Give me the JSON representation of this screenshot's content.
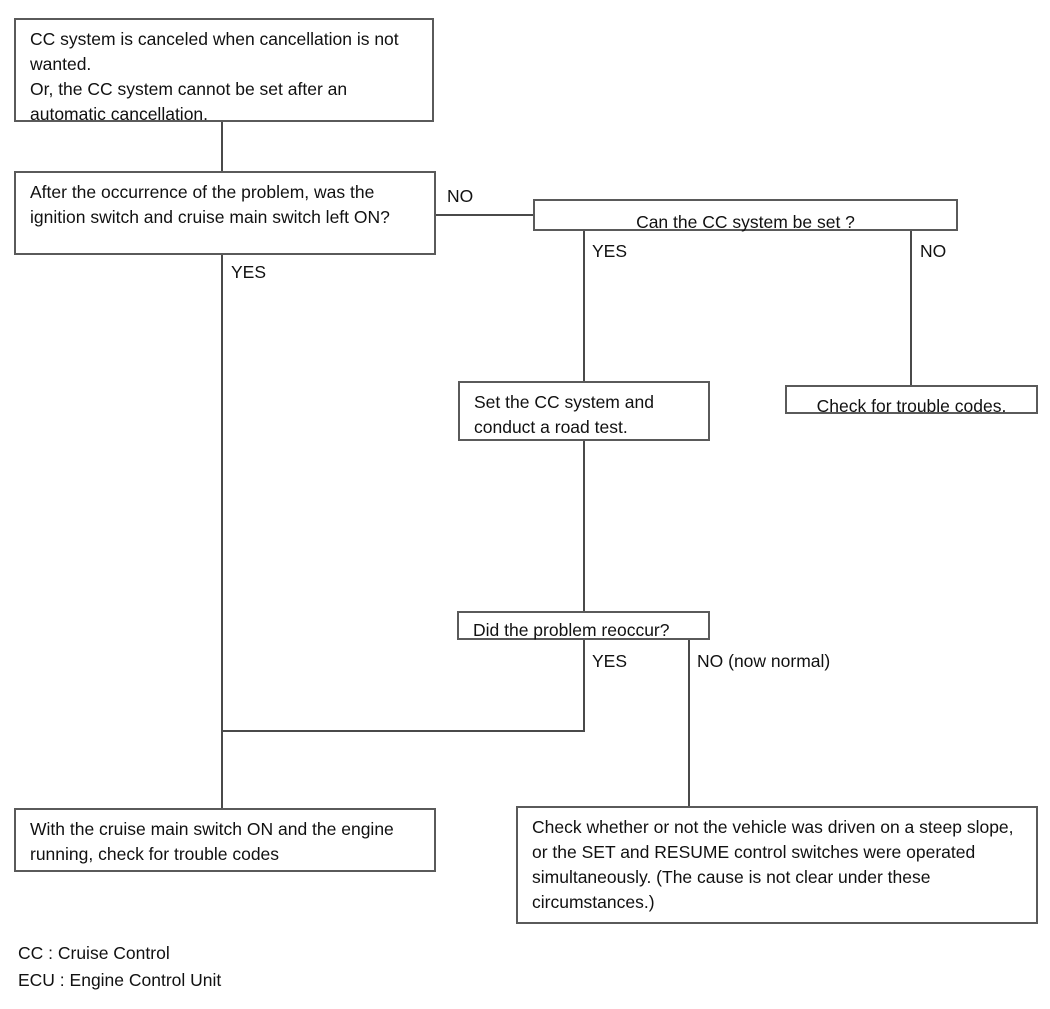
{
  "diagram": {
    "title": "Cruise Control System Troubleshooting Flowchart",
    "line_color": "#4a4a4a",
    "box_border_color": "#5a5a5a",
    "text_color": "#111111",
    "background": "#ffffff"
  },
  "nodes": {
    "symptom": {
      "text": "CC system is canceled when cancellation is not wanted.\nOr, the CC system cannot be set after an automatic cancellation."
    },
    "question_ignition": {
      "text": "After the occurrence of the problem, was the ignition switch and cruise main switch left ON?"
    },
    "question_can_set": {
      "text": "Can the CC system be set ?"
    },
    "action_set_and_road_test": {
      "text": "Set the CC system and conduct a road test."
    },
    "action_check_codes_right": {
      "text": "Check for trouble codes."
    },
    "question_reoccur": {
      "text": "Did the problem reoccur?"
    },
    "action_check_codes_bottom": {
      "text": "With the cruise main switch ON and the engine running, check for trouble codes"
    },
    "action_check_conditions": {
      "text": "Check whether or not the vehicle was driven on a steep slope, or the SET and RESUME control switches were operated simultaneously. (The cause is not clear under these circumstances.)"
    }
  },
  "edge_labels": {
    "ignition_no": "NO",
    "ignition_yes": "YES",
    "can_set_yes": "YES",
    "can_set_no": "NO",
    "reoccur_yes": "YES",
    "reoccur_no": "NO (now normal)"
  },
  "legend": {
    "line1": "CC : Cruise Control",
    "line2": "ECU : Engine Control Unit"
  }
}
